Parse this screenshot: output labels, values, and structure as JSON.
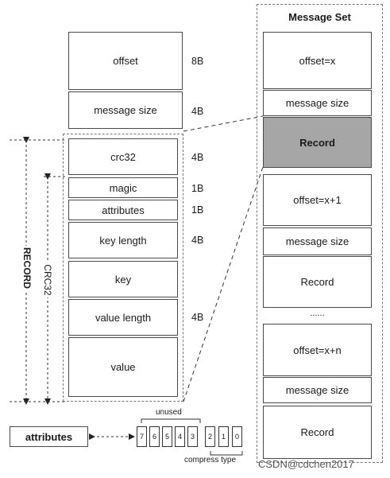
{
  "left_fields": [
    {
      "label": "offset",
      "size": "8B",
      "bold": false
    },
    {
      "label": "message size",
      "size": "4B",
      "bold": false
    }
  ],
  "record_fields": [
    {
      "label": "crc32",
      "size": "4B"
    },
    {
      "label": "magic",
      "size": "1B"
    },
    {
      "label": "attributes",
      "size": "1B"
    },
    {
      "label": "key length",
      "size": "4B"
    },
    {
      "label": "key",
      "size": ""
    },
    {
      "label": "value length",
      "size": "4B"
    },
    {
      "label": "value",
      "size": ""
    }
  ],
  "record_label": "RECORD",
  "crc_label": "CRC32",
  "message_set": {
    "title": "Message Set",
    "items": [
      "offset=x",
      "message size",
      "Record",
      "offset=x+1",
      "message size",
      "Record",
      "......",
      "offset=x+n",
      "message size",
      "Record"
    ]
  },
  "attributes_box": "attributes",
  "bits": [
    "7",
    "6",
    "5",
    "4",
    "3",
    "2",
    "1",
    "0"
  ],
  "unused_label": "unused",
  "compress_label": "compress type",
  "watermark": "CSDN@cdchen2017"
}
